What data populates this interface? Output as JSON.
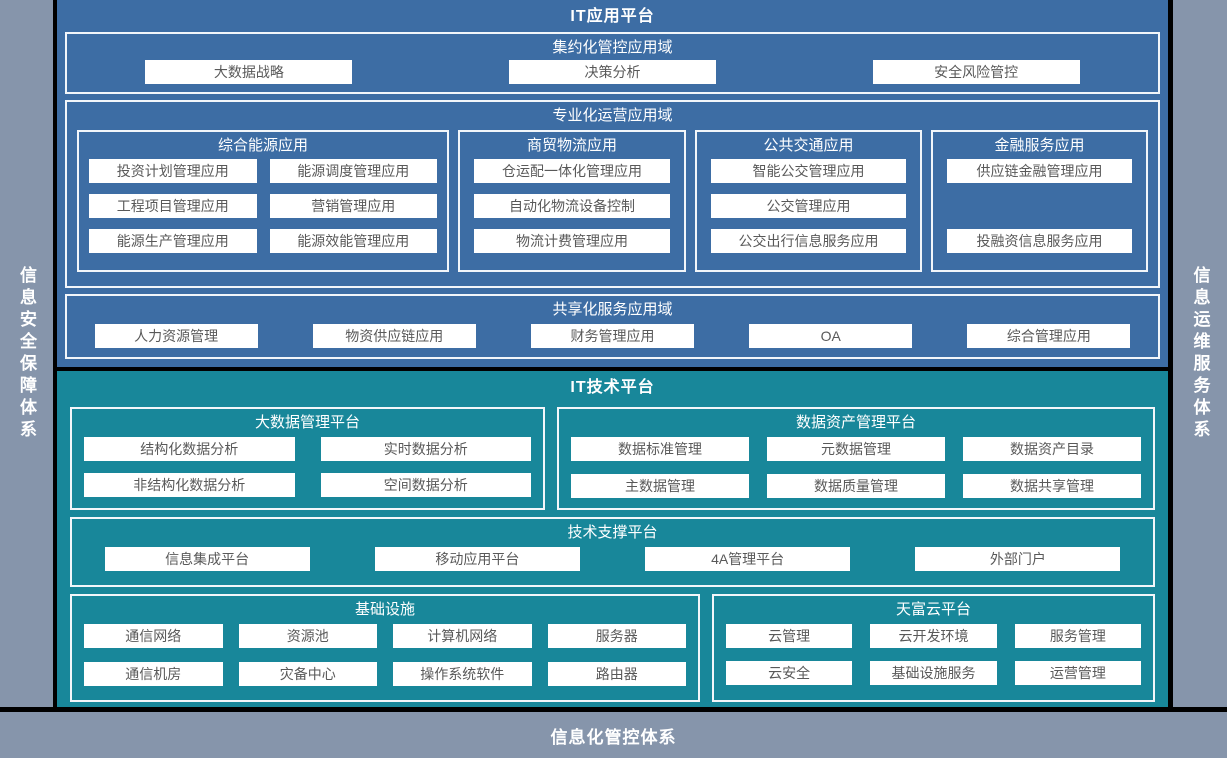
{
  "colors": {
    "background": "#000000",
    "pillar_gray": "#8695AB",
    "app_panel_blue": "#3D6DA4",
    "tech_panel_teal": "#18879A",
    "box_border": "#F2F6FA",
    "button_bg": "#FFFFFF",
    "button_text": "#595959",
    "title_text": "#FFFFFF"
  },
  "pillars": {
    "left": "信息安全保障体系",
    "right": "信息运维服务体系",
    "bottom": "信息化管控体系"
  },
  "app_platform": {
    "title": "IT应用平台",
    "intensive_domain": {
      "title": "集约化管控应用域",
      "buttons": [
        "大数据战略",
        "决策分析",
        "安全风险管控"
      ]
    },
    "professional_domain": {
      "title": "专业化运营应用域",
      "groups": [
        {
          "title": "综合能源应用",
          "buttons": [
            "投资计划管理应用",
            "能源调度管理应用",
            "工程项目管理应用",
            "营销管理应用",
            "能源生产管理应用",
            "能源效能管理应用"
          ]
        },
        {
          "title": "商贸物流应用",
          "buttons": [
            "仓运配一体化管理应用",
            "自动化物流设备控制",
            "物流计费管理应用"
          ]
        },
        {
          "title": "公共交通应用",
          "buttons": [
            "智能公交管理应用",
            "公交管理应用",
            "公交出行信息服务应用"
          ]
        },
        {
          "title": "金融服务应用",
          "buttons": [
            "供应链金融管理应用",
            "投融资信息服务应用"
          ]
        }
      ]
    },
    "shared_domain": {
      "title": "共享化服务应用域",
      "buttons": [
        "人力资源管理",
        "物资供应链应用",
        "财务管理应用",
        "OA",
        "综合管理应用"
      ]
    }
  },
  "tech_platform": {
    "title": "IT技术平台",
    "bigdata": {
      "title": "大数据管理平台",
      "buttons": [
        "结构化数据分析",
        "实时数据分析",
        "非结构化数据分析",
        "空间数据分析"
      ]
    },
    "data_asset": {
      "title": "数据资产管理平台",
      "buttons": [
        "数据标准管理",
        "元数据管理",
        "数据资产目录",
        "主数据管理",
        "数据质量管理",
        "数据共享管理"
      ]
    },
    "tech_support": {
      "title": "技术支撑平台",
      "buttons": [
        "信息集成平台",
        "移动应用平台",
        "4A管理平台",
        "外部门户"
      ]
    },
    "infrastructure": {
      "title": "基础设施",
      "buttons": [
        "通信网络",
        "资源池",
        "计算机网络",
        "服务器",
        "通信机房",
        "灾备中心",
        "操作系统软件",
        "路由器"
      ]
    },
    "cloud": {
      "title": "天富云平台",
      "buttons": [
        "云管理",
        "云开发环境",
        "服务管理",
        "云安全",
        "基础设施服务",
        "运营管理"
      ]
    }
  }
}
